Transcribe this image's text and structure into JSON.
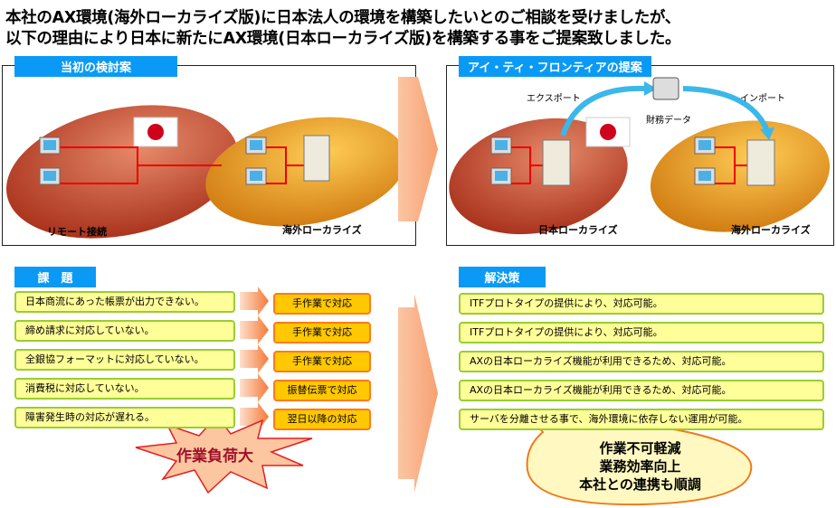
{
  "title": {
    "line1": "本社のAX環境(海外ローカライズ版)に日本法人の環境を構築したいとのご相談を受けましたが、",
    "line2": "以下の理由により日本に新たにAX環境(日本ローカライズ版)を構築する事をご提案致しました。"
  },
  "initial": {
    "tab": "当初の検討案",
    "left_label": "リモート接続",
    "right_label": "海外ローカライズ"
  },
  "proposal": {
    "tab": "アイ・ティ・フロンティアの提案",
    "export": "エクスポート",
    "import": "インポート",
    "data": "財務データ",
    "left_label": "日本ローカライズ",
    "right_label": "海外ローカライズ"
  },
  "issues": {
    "tab": "課　題",
    "items": [
      "日本商流にあった帳票が出力できない。",
      "締め請求に対応していない。",
      "全銀協フォーマットに対応していない。",
      "消費税に対応していない。",
      "障害発生時の対応が遅れる。"
    ],
    "responses": [
      "手作業で対応",
      "手作業で対応",
      "手作業で対応",
      "振替伝票で対応",
      "翌日以降の対応"
    ],
    "burst": "作業負荷大"
  },
  "solutions": {
    "tab": "解決策",
    "items": [
      "ITFプロトタイプの提供により、対応可能。",
      "ITFプロトタイプの提供により、対応可能。",
      "AXの日本ローカライズ機能が利用できるため、対応可能。",
      "AXの日本ローカライズ機能が利用できるため、対応可能。",
      "サーバを分離させる事で、海外環境に依存しない運用が可能。"
    ],
    "callout": [
      "作業不可軽減",
      "業務効率向上",
      "本社との連携も順調"
    ]
  },
  "colors": {
    "tab": "#0a9af5",
    "issue_fill": "#ffff99",
    "issue_border": "#9acd32",
    "resp_fill": "#ffc800",
    "resp_border": "#ff7a1a",
    "arrow": "#f7a878"
  }
}
